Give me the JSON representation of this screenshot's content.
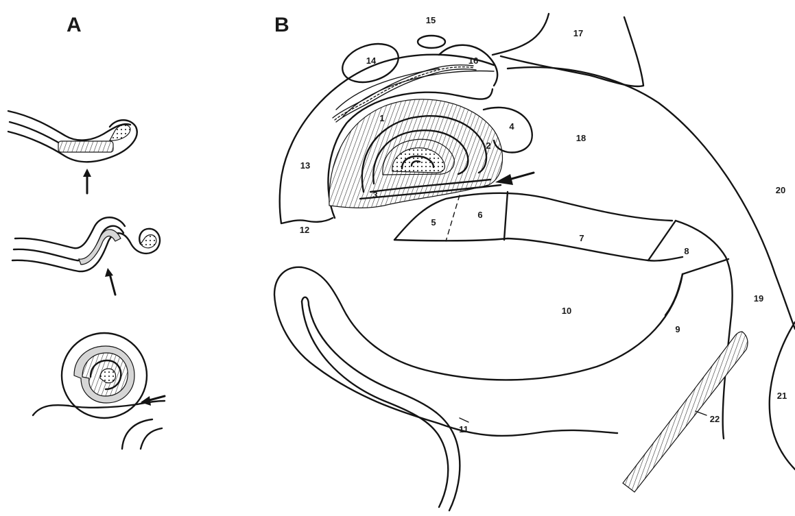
{
  "panels": {
    "a": {
      "letter": "A"
    },
    "b": {
      "letter": "B"
    }
  },
  "region_labels": {
    "r2": "2",
    "r3": "3",
    "r4": "4",
    "r5": "5",
    "r6": "6",
    "r7": "7",
    "r8": "8",
    "r9": "9",
    "r10": "10",
    "r11": "11",
    "r12": "12",
    "r13": "13",
    "r14": "14",
    "r15": "15",
    "r16": "16",
    "r17": "17",
    "r18": "18",
    "r19": "19",
    "r20": "20",
    "r21": "21",
    "r22": "22",
    "r1": "1"
  },
  "colors": {
    "ink": "#141414",
    "background": "#ffffff"
  }
}
